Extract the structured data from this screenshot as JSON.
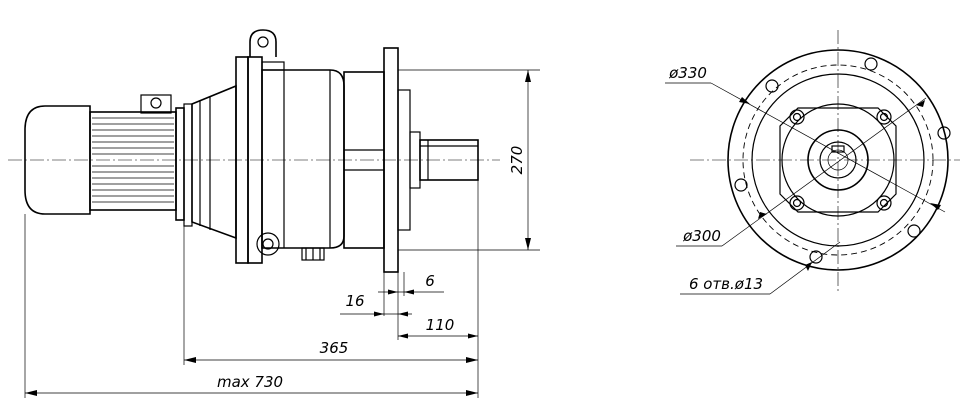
{
  "dimensions": {
    "height": "270",
    "flange_thickness": "6",
    "shaft_offset": "16",
    "shaft_length": "110",
    "flange_distance": "365",
    "overall_length": "max 730",
    "bolt_circle_outer": "ø330",
    "bolt_circle_inner": "ø300",
    "holes": "6 отв.ø13"
  }
}
